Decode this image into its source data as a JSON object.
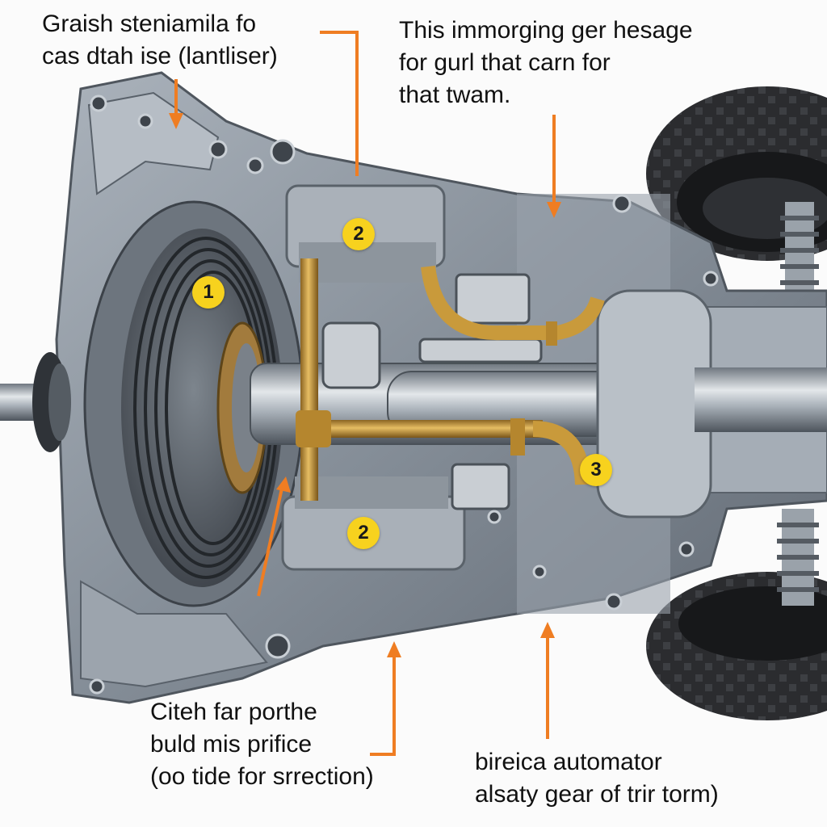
{
  "captions": {
    "top_left": [
      "Graish steniamila fo",
      "cas dtah ise (lantliser)"
    ],
    "top_right": [
      "This immorging ger hesage",
      "for gurl that carn for",
      "that twam."
    ],
    "bottom_left": [
      "Citeh far porthe",
      "buld mis prifice",
      "(oo tide for srrection)"
    ],
    "bottom_right": [
      "bireica automator",
      "alsaty gear of trir torm)"
    ]
  },
  "markers": [
    "1",
    "2",
    "2",
    "3"
  ],
  "colors": {
    "callout_arrow": "#ef7d22",
    "marker_fill": "#f7d21e",
    "housing": "#8b949d",
    "pipe": "#c99a3b",
    "tire": "#2b2c2f"
  }
}
